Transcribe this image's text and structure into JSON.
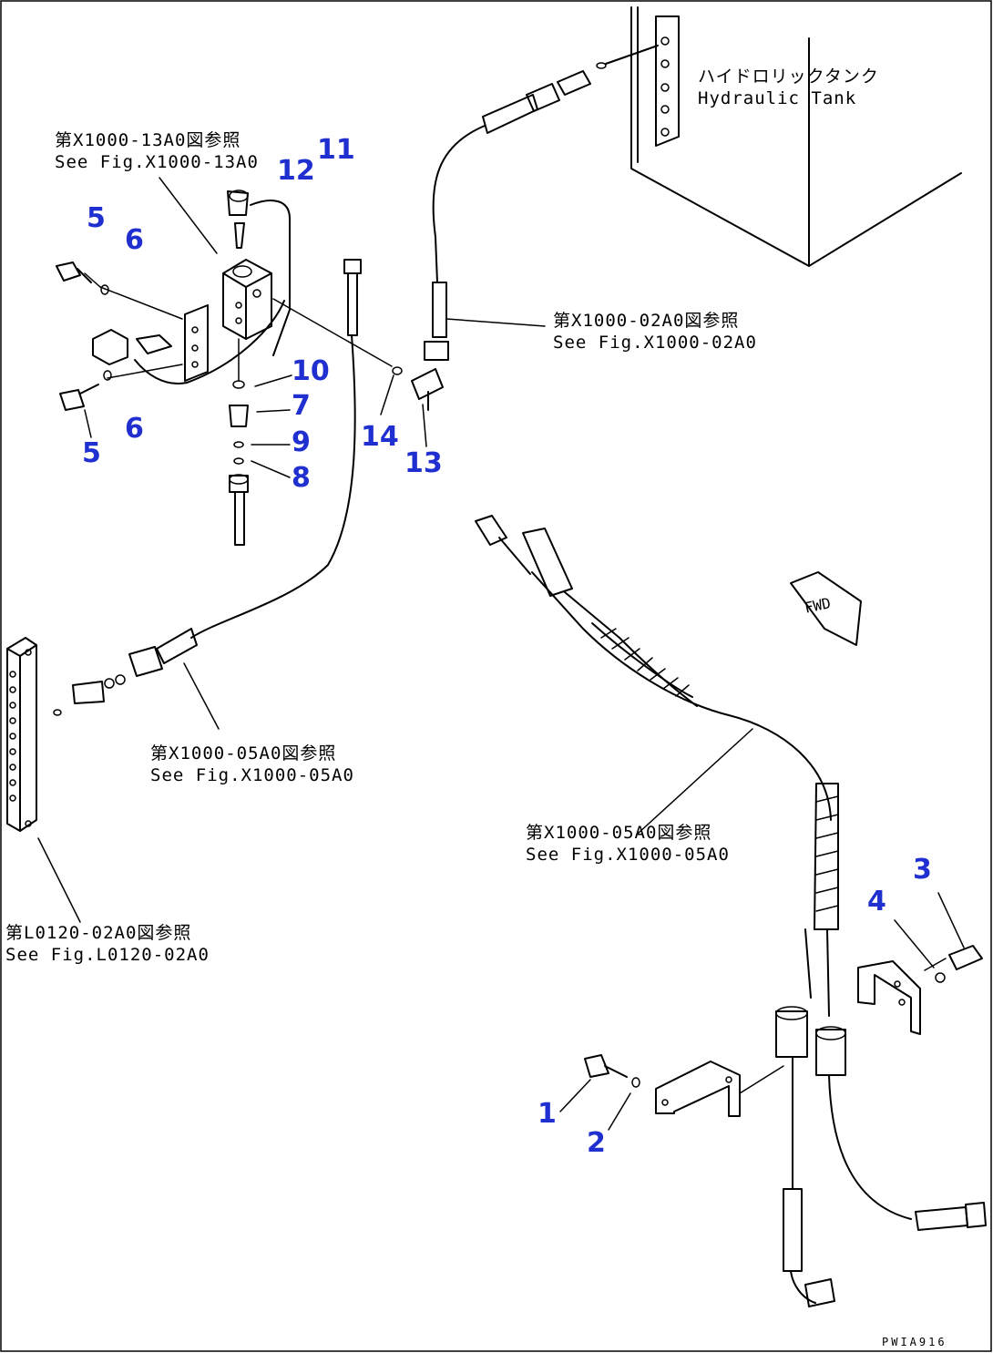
{
  "part_numbers": [
    {
      "id": "p1",
      "label": "1"
    },
    {
      "id": "p2",
      "label": "2"
    },
    {
      "id": "p3",
      "label": "3"
    },
    {
      "id": "p4",
      "label": "4"
    },
    {
      "id": "p5a",
      "label": "5"
    },
    {
      "id": "p5b",
      "label": "5"
    },
    {
      "id": "p6a",
      "label": "6"
    },
    {
      "id": "p6b",
      "label": "6"
    },
    {
      "id": "p7",
      "label": "7"
    },
    {
      "id": "p8",
      "label": "8"
    },
    {
      "id": "p9",
      "label": "9"
    },
    {
      "id": "p10",
      "label": "10"
    },
    {
      "id": "p11",
      "label": "11"
    },
    {
      "id": "p12",
      "label": "12"
    },
    {
      "id": "p13",
      "label": "13"
    },
    {
      "id": "p14",
      "label": "14"
    }
  ],
  "references": {
    "tank": {
      "jp": "ハイドロリックタンク",
      "en": "Hydraulic Tank"
    },
    "block": {
      "jp": "第X1000-13A0図参照",
      "en": "See Fig.X1000-13A0"
    },
    "hose_top": {
      "jp": "第X1000-02A0図参照",
      "en": "See Fig.X1000-02A0"
    },
    "hose_mid": {
      "jp": "第X1000-05A0図参照",
      "en": "See Fig.X1000-05A0"
    },
    "hose_right": {
      "jp": "第X1000-05A0図参照",
      "en": "See Fig.X1000-05A0"
    },
    "bracket_left": {
      "jp": "第L0120-02A0図参照",
      "en": "See Fig.L0120-02A0"
    }
  },
  "forward_label": "FWD",
  "drawing_code": "PWIA916"
}
